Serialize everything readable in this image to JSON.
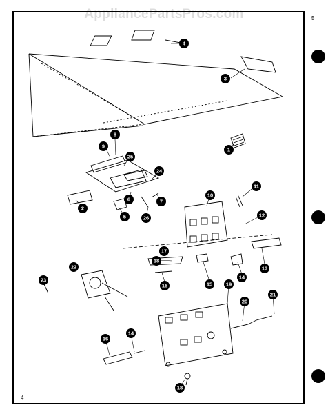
{
  "watermark": "AppliancePartsPros.com",
  "page_number": "4",
  "corner_mark": "5",
  "callouts": [
    "1",
    "2",
    "3",
    "4",
    "5",
    "6",
    "7",
    "8",
    "9",
    "10",
    "11",
    "12",
    "13",
    "14",
    "15",
    "16",
    "17",
    "18",
    "19",
    "20",
    "21",
    "22",
    "23",
    "24",
    "25",
    "26"
  ],
  "colors": {
    "ink": "#000000",
    "paper": "#ffffff",
    "watermark": "#dcdcdc"
  },
  "icons": [
    "punch-hole-icon"
  ]
}
